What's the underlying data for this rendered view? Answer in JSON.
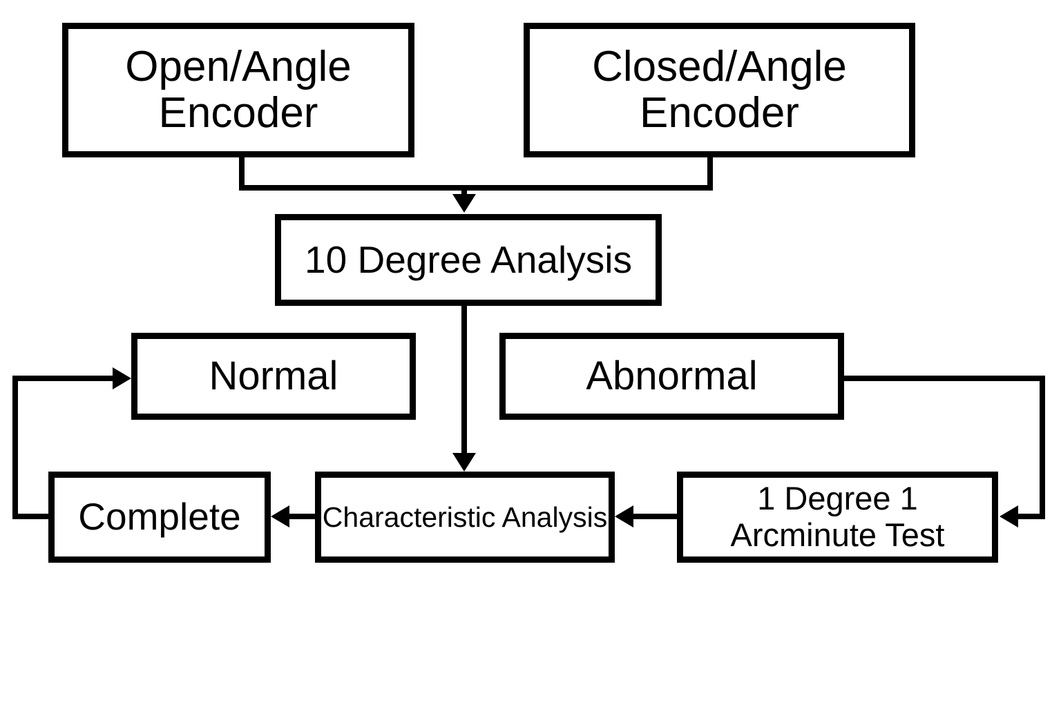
{
  "diagram": {
    "colors": {
      "line": "#000000",
      "background": "#ffffff",
      "text": "#000000"
    },
    "nodes": {
      "open_encoder": {
        "label": "Open/Angle\nEncoder"
      },
      "closed_encoder": {
        "label": "Closed/Angle\nEncoder"
      },
      "ten_degree": {
        "label": "10 Degree Analysis"
      },
      "normal": {
        "label": "Normal"
      },
      "abnormal": {
        "label": "Abnormal"
      },
      "complete": {
        "label": "Complete"
      },
      "characteristic": {
        "label": "Characteristic Analysis"
      },
      "one_degree": {
        "label": "1 Degree 1\nArcminute Test"
      }
    },
    "edges": [
      {
        "from": "open_encoder",
        "to": "ten_degree"
      },
      {
        "from": "closed_encoder",
        "to": "ten_degree"
      },
      {
        "from": "ten_degree",
        "to": "characteristic"
      },
      {
        "from": "abnormal",
        "to": "one_degree"
      },
      {
        "from": "one_degree",
        "to": "characteristic"
      },
      {
        "from": "characteristic",
        "to": "complete"
      },
      {
        "from": "complete",
        "to": "normal"
      }
    ]
  }
}
